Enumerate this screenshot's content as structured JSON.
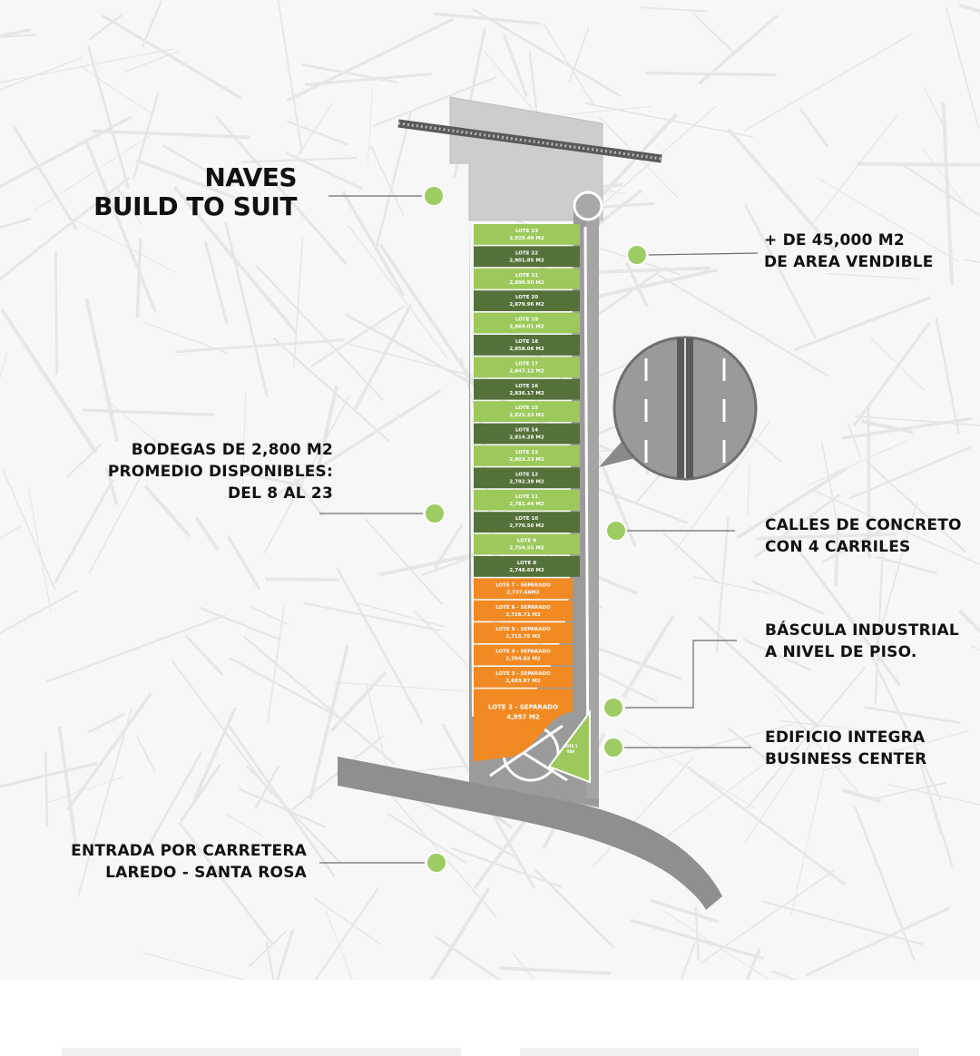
{
  "map": {
    "callouts": {
      "naves": {
        "line1": "NAVES",
        "line2": "BUILD TO SUIT"
      },
      "area": {
        "line1": "+  DE 45,000 M2",
        "line2": "DE AREA VENDIBLE"
      },
      "bodegas": {
        "line1": "BODEGAS DE 2,800 M2",
        "line2": "PROMEDIO DISPONIBLES:",
        "line3": "DEL 8 AL 23"
      },
      "calles": {
        "line1": "CALLES DE CONCRETO",
        "line2": "CON 4 CARRILES"
      },
      "bascula": {
        "line1": "BÁSCULA INDUSTRIAL",
        "line2": "A NIVEL DE PISO."
      },
      "edificio": {
        "line1": "EDIFICIO INTEGRA",
        "line2": "BUSINESS CENTER"
      },
      "entrada": {
        "line1": "ENTRADA POR CARRETERA",
        "line2": "LAREDO - SANTA ROSA"
      }
    },
    "lots": [
      {
        "name": "LOTE 23",
        "area": "2,928.49 M2",
        "status": "available"
      },
      {
        "name": "LOTE 22",
        "area": "2,901.85 M2",
        "status": "available"
      },
      {
        "name": "LOTE 21",
        "area": "2,890.90 M2",
        "status": "available"
      },
      {
        "name": "LOTE 20",
        "area": "2,879.96 M2",
        "status": "available"
      },
      {
        "name": "LOTE 19",
        "area": "2,869.01 M2",
        "status": "available"
      },
      {
        "name": "LOTE 18",
        "area": "2,858.06 M2",
        "status": "available"
      },
      {
        "name": "LOTE 17",
        "area": "2,847.12 M2",
        "status": "available"
      },
      {
        "name": "LOTE 16",
        "area": "2,836.17 M2",
        "status": "available"
      },
      {
        "name": "LOTE 15",
        "area": "2,825.23 M2",
        "status": "available"
      },
      {
        "name": "LOTE 14",
        "area": "2,814.28 M2",
        "status": "available"
      },
      {
        "name": "LOTE 13",
        "area": "2,803.33 M2",
        "status": "available"
      },
      {
        "name": "LOTE 12",
        "area": "2,792.39 M2",
        "status": "available"
      },
      {
        "name": "LOTE 11",
        "area": "2,781.44 M2",
        "status": "available"
      },
      {
        "name": "LOTE 10",
        "area": "2,770.50 M2",
        "status": "available"
      },
      {
        "name": "LOTE 9",
        "area": "2,759.55 M2",
        "status": "available"
      },
      {
        "name": "LOTE 8",
        "area": "2,748.60 M2",
        "status": "available"
      },
      {
        "name": "LOTE 7 - SEPARADO",
        "area": "2,737.66M2",
        "status": "reserved"
      },
      {
        "name": "LOTE 6 - SEPARADO",
        "area": "2,726.71 M2",
        "status": "reserved"
      },
      {
        "name": "LOTE 5 - SEPARADO",
        "area": "2,715.76 M2",
        "status": "reserved"
      },
      {
        "name": "LOTE 4 - SEPARADO",
        "area": "2,704.82 M2",
        "status": "reserved"
      },
      {
        "name": "LOTE 3 - SEPARADO",
        "area": "2,693.87 M2",
        "status": "reserved"
      },
      {
        "name": "LOTE 2 - SEPARADO",
        "area": "4,957 M2",
        "status": "reserved"
      }
    ],
    "lot1": {
      "name": "LOTE 1",
      "area": "980"
    },
    "colors": {
      "light_green": "#9dc95c",
      "dark_green": "#55713a",
      "orange": "#f28a24",
      "road_gray": "#9e9e9e",
      "marker_green": "#9ccc62"
    }
  }
}
